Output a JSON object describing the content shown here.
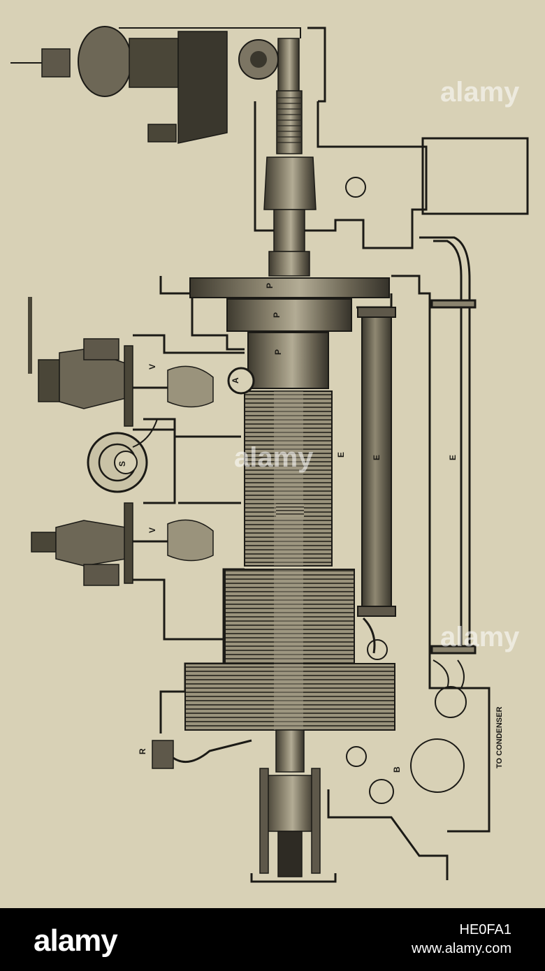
{
  "diagram": {
    "labels": {
      "p": "P",
      "a": "A",
      "v": "V",
      "v2": "V",
      "s": "S",
      "e": "E",
      "b": "B",
      "r": "R",
      "to_condenser": "TO CONDENSER"
    }
  },
  "watermark": {
    "text": "alamy"
  },
  "footer": {
    "logo": "alamy",
    "image_id": "HE0FA1",
    "url": "www.alamy.com"
  },
  "colors": {
    "paper": "#d8d1b6",
    "ink": "#1b1a16",
    "metal_dark": "#4a4638",
    "metal_mid": "#7c7563",
    "metal_light": "#a9a28b"
  }
}
